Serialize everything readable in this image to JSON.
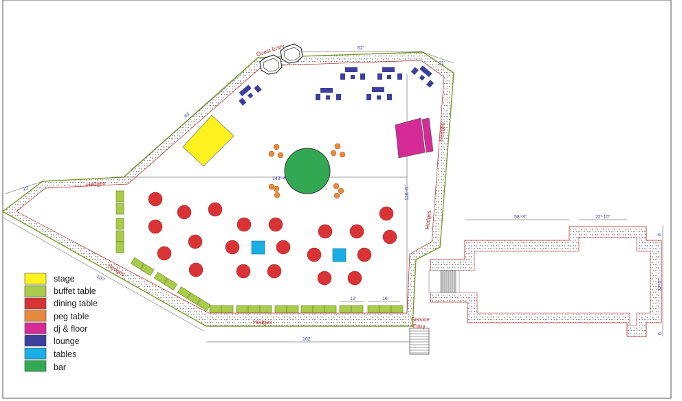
{
  "labels": {
    "guest_entry": "Guest Entry",
    "service_entry_1": "Service",
    "service_entry_2": "Entry",
    "hedges": "Hedges"
  },
  "dimensions": {
    "top_62": "62'",
    "top_right_21": "21'",
    "diag_83": "83'",
    "left_15": "15'",
    "left_107": "107'",
    "bottom_102": "102'",
    "mid_143": "143'-4\"",
    "vert_128": "128'-6\"",
    "annex_58": "58'-3\"",
    "annex_22": "22'-10\"",
    "annex_32": "32'-5\"",
    "annex_6a": "6'",
    "annex_6b": "6'",
    "buffet_12": "12'",
    "buffet_16": "16'"
  },
  "legend": [
    {
      "label": "stage",
      "color": "#fff21f"
    },
    {
      "label": "buffet table",
      "color": "#a9cc4a"
    },
    {
      "label": "dining table",
      "color": "#d93336"
    },
    {
      "label": "peg table",
      "color": "#e88a3d"
    },
    {
      "label": "dj & floor",
      "color": "#d62b97"
    },
    {
      "label": "lounge",
      "color": "#3c3f9c"
    },
    {
      "label": "tables",
      "color": "#1aaee6"
    },
    {
      "label": "bar",
      "color": "#33a853"
    }
  ]
}
